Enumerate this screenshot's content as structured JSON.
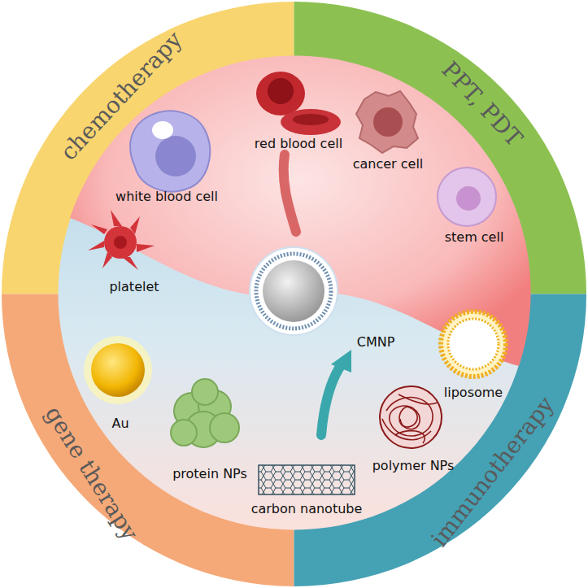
{
  "diagram": {
    "labels": [
      "chemotherapy",
      "PPT, PDT",
      "gene therapy",
      "immunotherapy",
      "red blood cell",
      "cancer cell",
      "white blood cell",
      "stem cell",
      "platelet",
      "CMNP",
      "liposome",
      "Au",
      "protein NPs",
      "polymer NPs",
      "carbon nanotube"
    ]
  }
}
